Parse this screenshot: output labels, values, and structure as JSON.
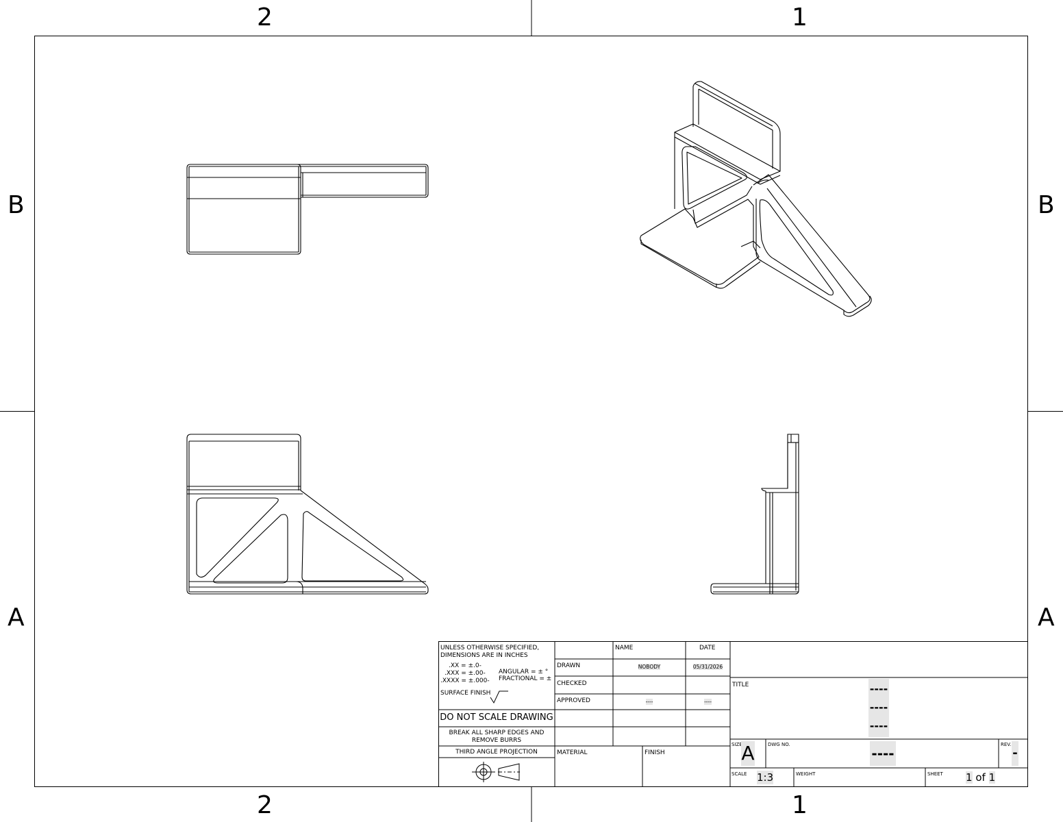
{
  "zones": {
    "top_left": "2",
    "top_right": "1",
    "bottom_left": "2",
    "bottom_right": "1",
    "left_upper": "B",
    "left_lower": "A",
    "right_upper": "B",
    "right_lower": "A"
  },
  "notes": {
    "line1": "UNLESS OTHERWISE SPECIFIED,",
    "line2": "DIMENSIONS ARE IN INCHES",
    "tol_xx": ".XX = ±.0-",
    "tol_xxx": ".XXX = ±.00-",
    "tol_xxxx": ".XXXX = ±.000-",
    "angular": "ANGULAR = ± °",
    "fractional": "FRACTIONAL = ±",
    "surface_finish": "SURFACE FINISH",
    "do_not_scale": "DO NOT SCALE DRAWING",
    "break_edges_1": "BREAK ALL SHARP EDGES AND",
    "break_edges_2": "REMOVE BURRS",
    "projection": "THIRD ANGLE PROJECTION"
  },
  "signoff": {
    "name_header": "NAME",
    "date_header": "DATE",
    "drawn_label": "DRAWN",
    "drawn_name": "NOBODY",
    "drawn_date": "05/31/2026",
    "checked_label": "CHECKED",
    "approved_label": "APPROVED",
    "approved_name": "----",
    "approved_date": "----"
  },
  "material_label": "MATERIAL",
  "finish_label": "FINISH",
  "title_block": {
    "title_label": "TITLE",
    "title_line1": "----",
    "title_line2": "----",
    "title_line3": "----",
    "size_label": "SIZE",
    "size_value": "A",
    "dwg_label": "DWG NO.",
    "dwg_value": "----",
    "rev_label": "REV.",
    "rev_value": "-",
    "scale_label": "SCALE",
    "scale_value": "1:3",
    "weight_label": "WEIGHT",
    "sheet_label": "SHEET",
    "sheet_num": "1",
    "sheet_of": "of",
    "sheet_total": "1"
  }
}
